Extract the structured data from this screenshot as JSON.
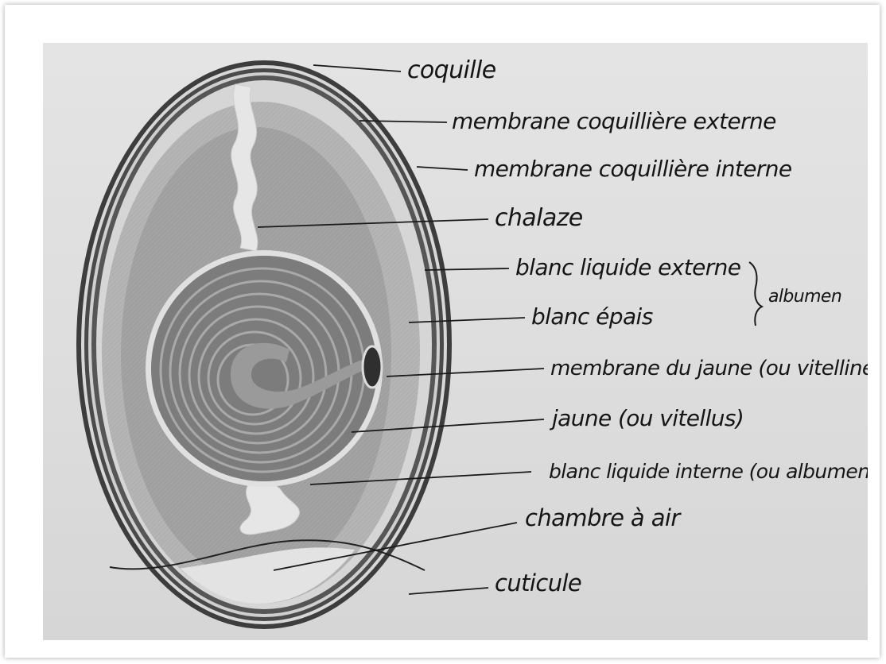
{
  "diagram": {
    "labels": {
      "coquille": "coquille",
      "membrane_externe": "membrane coquillière externe",
      "membrane_interne": "membrane coquillière interne",
      "chalaze": "chalaze",
      "blanc_liquide_externe": "blanc liquide externe",
      "blanc_epais": "blanc épais",
      "membrane_jaune": "membrane du jaune (ou vitelline)",
      "jaune": "jaune (ou vitellus)",
      "blanc_liquide_interne": "blanc liquide interne (ou albumen",
      "chambre_air": "chambre à air",
      "cuticule": "cuticule"
    },
    "group_label": "albumen",
    "colors": {
      "background": "#dcdcdc",
      "shell": "#4a4a4a",
      "inner_membrane": "#d2d2d2",
      "white_outer": "#b3b3b3",
      "white_thick": "#9e9e9e",
      "yolk": "#7f7f7f",
      "yolk_rings": "#a8a8a8",
      "chalaza": "#e6e6e6",
      "air_chamber": "#e2e2e2",
      "text": "#151515"
    }
  }
}
